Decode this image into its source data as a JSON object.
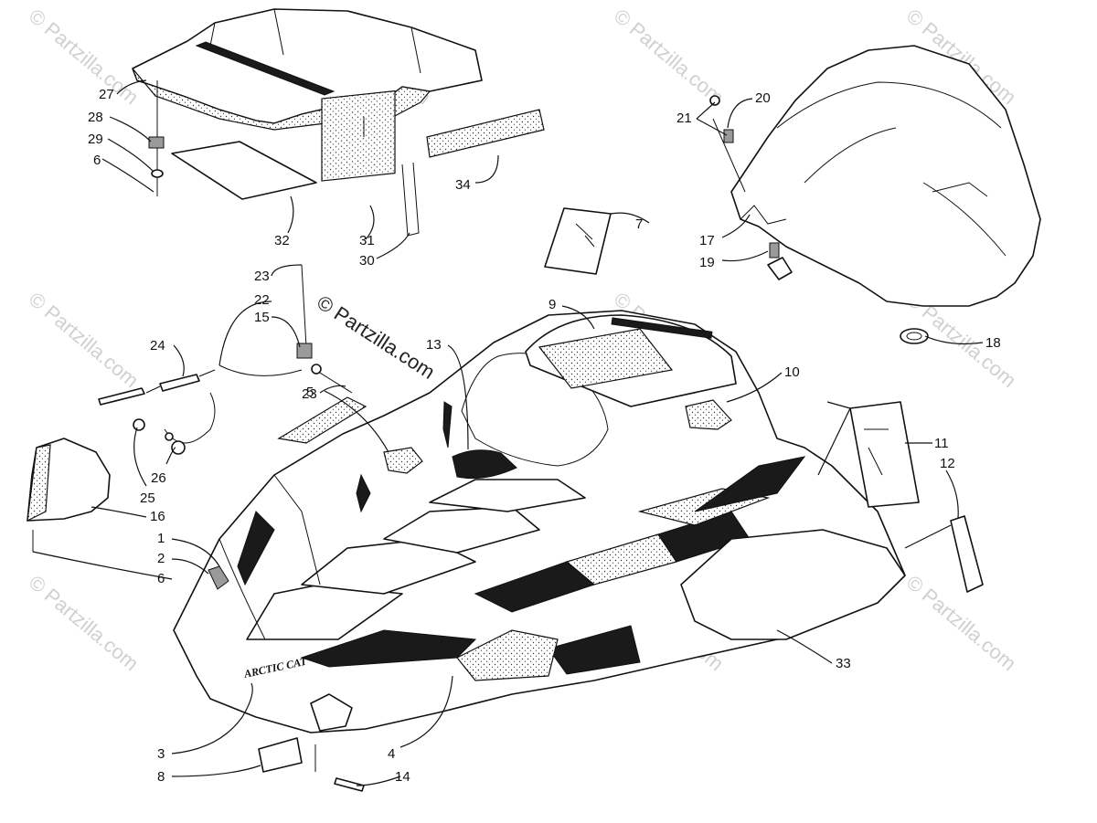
{
  "watermark": "© Partzilla.com",
  "hood_text": "ARCTIC CAT",
  "callouts": [
    {
      "id": "c1",
      "label": "1"
    },
    {
      "id": "c2",
      "label": "2"
    },
    {
      "id": "c3",
      "label": "3"
    },
    {
      "id": "c4",
      "label": "4"
    },
    {
      "id": "c5",
      "label": "5"
    },
    {
      "id": "c6a",
      "label": "6"
    },
    {
      "id": "c6b",
      "label": "6"
    },
    {
      "id": "c7",
      "label": "7"
    },
    {
      "id": "c8",
      "label": "8"
    },
    {
      "id": "c9",
      "label": "9"
    },
    {
      "id": "c10",
      "label": "10"
    },
    {
      "id": "c11",
      "label": "11"
    },
    {
      "id": "c12",
      "label": "12"
    },
    {
      "id": "c13",
      "label": "13"
    },
    {
      "id": "c14",
      "label": "14"
    },
    {
      "id": "c15",
      "label": "15"
    },
    {
      "id": "c16",
      "label": "16"
    },
    {
      "id": "c17",
      "label": "17"
    },
    {
      "id": "c18",
      "label": "18"
    },
    {
      "id": "c19",
      "label": "19"
    },
    {
      "id": "c20",
      "label": "20"
    },
    {
      "id": "c21",
      "label": "21"
    },
    {
      "id": "c22",
      "label": "22"
    },
    {
      "id": "c23a",
      "label": "23"
    },
    {
      "id": "c23b",
      "label": "23"
    },
    {
      "id": "c24",
      "label": "24"
    },
    {
      "id": "c25",
      "label": "25"
    },
    {
      "id": "c26",
      "label": "26"
    },
    {
      "id": "c27",
      "label": "27"
    },
    {
      "id": "c28",
      "label": "28"
    },
    {
      "id": "c29",
      "label": "29"
    },
    {
      "id": "c30",
      "label": "30"
    },
    {
      "id": "c31",
      "label": "31"
    },
    {
      "id": "c32",
      "label": "32"
    },
    {
      "id": "c33",
      "label": "33"
    },
    {
      "id": "c34",
      "label": "34"
    }
  ]
}
